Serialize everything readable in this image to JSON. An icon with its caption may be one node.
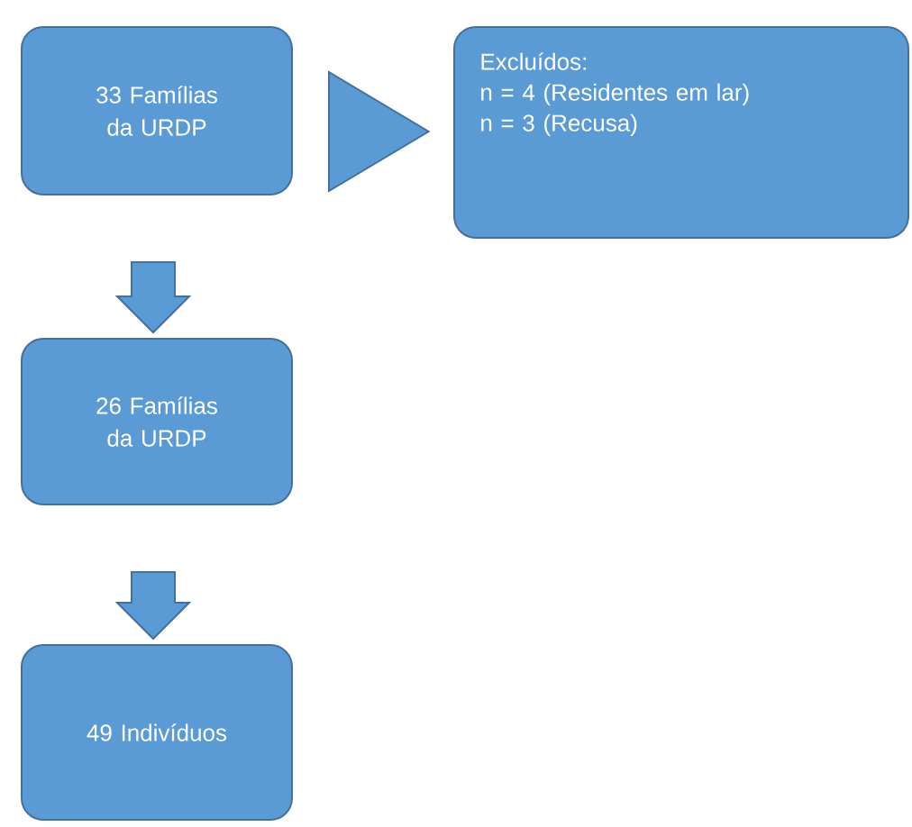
{
  "diagram": {
    "nodes": [
      {
        "text": [
          "33 Famílias da URDP"
        ]
      },
      {
        "text": [
          "Excluídos:",
          "n = 4 (Residentes em lar)",
          "n = 3 (Recusa)"
        ]
      },
      {
        "text": [
          "26 Famílias da URDP"
        ]
      },
      {
        "text": [
          "49 Indivíduos"
        ]
      }
    ],
    "edges": [
      {
        "from": 0,
        "to": 1,
        "arrow": "to"
      },
      {
        "from": 0,
        "to": 2,
        "arrow": "to"
      },
      {
        "from": 2,
        "to": 3,
        "arrow": "to"
      }
    ]
  }
}
